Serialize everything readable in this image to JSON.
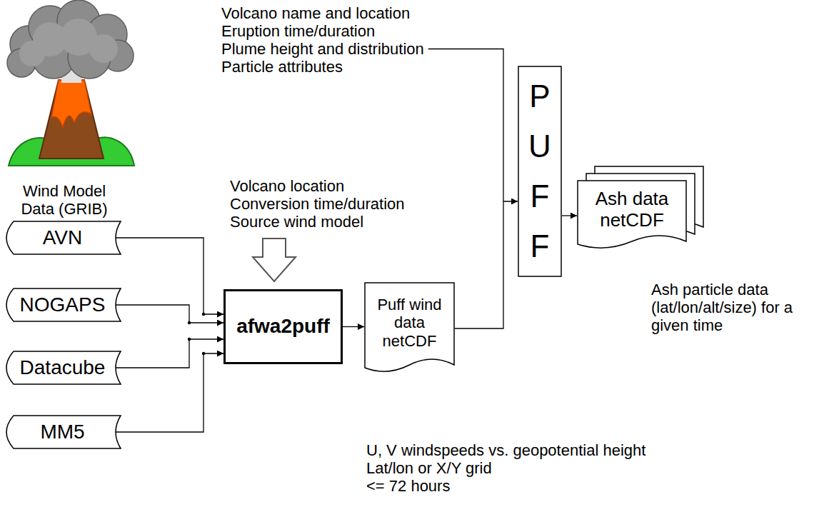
{
  "diagram": {
    "nodes": [
      {
        "text": [
          "AVN"
        ]
      },
      {
        "text": [
          "NOGAPS"
        ]
      },
      {
        "text": [
          "Datacube"
        ]
      },
      {
        "text": [
          "MM5"
        ]
      },
      {
        "text": [
          "afwa2puff"
        ]
      },
      {
        "text": [
          "Puff wind data netCDF"
        ]
      },
      {
        "text": [
          "PUFF"
        ]
      },
      {
        "text": [
          "Ash data netCDF"
        ]
      }
    ],
    "edges": [
      {
        "from": 0,
        "to": 4,
        "arrow": "to"
      },
      {
        "from": 1,
        "to": 4,
        "arrow": "to"
      },
      {
        "from": 2,
        "to": 4,
        "arrow": "to"
      },
      {
        "from": 3,
        "to": 4,
        "arrow": "to"
      },
      {
        "from": 4,
        "to": 5,
        "arrow": "to"
      },
      {
        "from": 5,
        "to": 6,
        "arrow": "to"
      },
      {
        "from": 6,
        "to": 7,
        "arrow": "to"
      }
    ],
    "labels": [
      "Volcano name and location",
      "Eruption time/duration",
      "Plume height and distribution",
      "Particle attributes",
      "Volcano location",
      "Conversion time/duration",
      "Source wind model",
      "Wind Model Data (GRIB)",
      "Ash particle data (lat/lon/alt/size) for a given time",
      "U, V windspeeds vs. geopotential height",
      "Lat/lon or X/Y grid",
      "<= 72 hours"
    ]
  }
}
